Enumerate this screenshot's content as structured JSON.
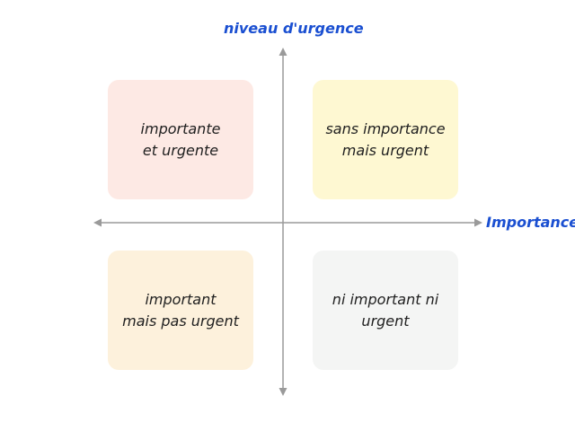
{
  "axes": {
    "y_label": "niveau d'urgence",
    "x_label": "Importance",
    "label_color": "#1a4fd1",
    "axis_color": "#9a9a9a"
  },
  "quadrants": {
    "top_left": {
      "text": "importante\net urgente",
      "color": "#fde9e4"
    },
    "top_right": {
      "text": "sans importance\nmais urgent",
      "color": "#fef8d2"
    },
    "bottom_left": {
      "text": "important\nmais pas urgent",
      "color": "#fdf1dc"
    },
    "bottom_right": {
      "text": "ni important ni\nurgent",
      "color": "#f4f5f4"
    }
  }
}
